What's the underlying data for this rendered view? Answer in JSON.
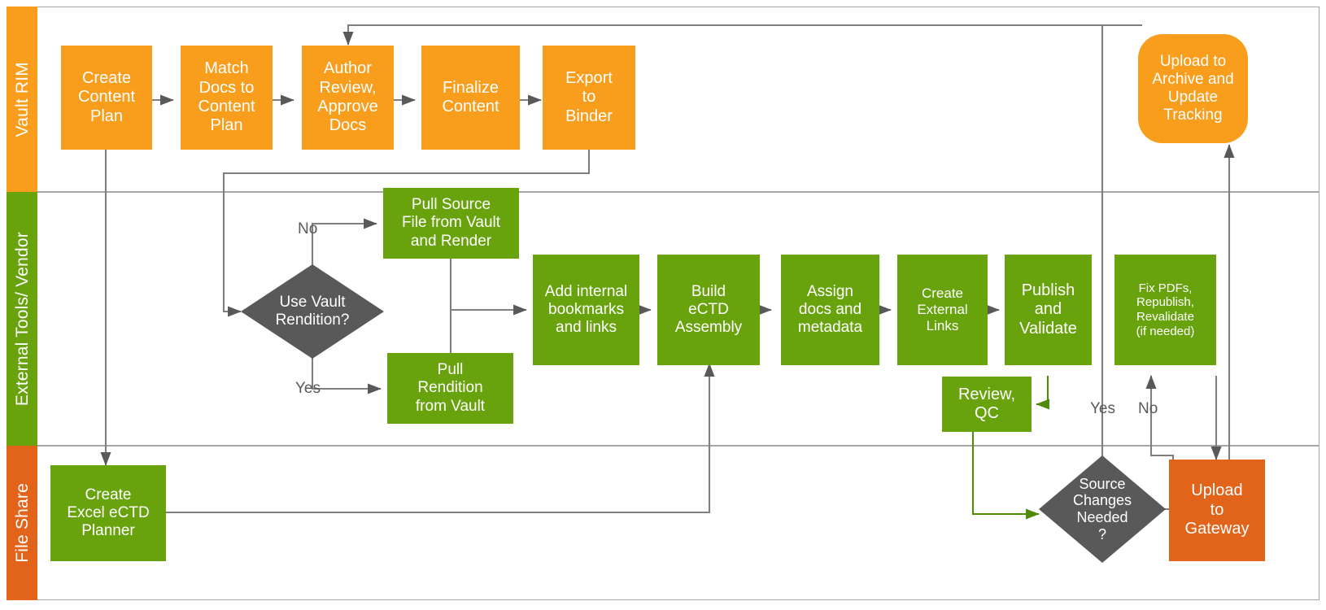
{
  "diagram": {
    "title": "eCTD Publishing Process Swimlane Flowchart",
    "colors": {
      "orange": "#F99D1C",
      "green": "#68A30E",
      "red_orange": "#E2641B",
      "gray_diamond": "#595959",
      "connector": "#7F7F7F",
      "green_connector": "#68A30E",
      "lane_border": "#A6A6A6"
    }
  },
  "lanes": [
    {
      "id": "vault-rim",
      "label": "Vault RIM",
      "color": "#F99D1C"
    },
    {
      "id": "external-tools-vendor",
      "label": "External Tools/ Vendor",
      "color": "#68A30E"
    },
    {
      "id": "file-share",
      "label": "File Share",
      "color": "#E2641B"
    }
  ],
  "nodes": [
    {
      "id": "create-content-plan",
      "lane": "vault-rim",
      "shape": "process",
      "color": "orange",
      "label": "Create\nContent\nPlan"
    },
    {
      "id": "match-docs-to-content-plan",
      "lane": "vault-rim",
      "shape": "process",
      "color": "orange",
      "label": "Match\nDocs to\nContent\nPlan"
    },
    {
      "id": "author-review-approve-docs",
      "lane": "vault-rim",
      "shape": "process",
      "color": "orange",
      "label": "Author\nReview,\nApprove\nDocs"
    },
    {
      "id": "finalize-content",
      "lane": "vault-rim",
      "shape": "process",
      "color": "orange",
      "label": "Finalize\nContent"
    },
    {
      "id": "export-to-binder",
      "lane": "vault-rim",
      "shape": "process",
      "color": "orange",
      "label": "Export\nto\nBinder"
    },
    {
      "id": "upload-to-archive-and-update-tracking",
      "lane": "vault-rim",
      "shape": "rounded",
      "color": "orange",
      "label": "Upload to\nArchive and\nUpdate\nTracking"
    },
    {
      "id": "use-vault-rendition",
      "lane": "external-tools-vendor",
      "shape": "decision",
      "color": "gray",
      "label": "Use Vault\nRendition?"
    },
    {
      "id": "pull-source-file-from-vault-and-render",
      "lane": "external-tools-vendor",
      "shape": "process",
      "color": "green",
      "label": "Pull Source\nFile from Vault\nand Render"
    },
    {
      "id": "pull-rendition-from-vault",
      "lane": "external-tools-vendor",
      "shape": "process",
      "color": "green",
      "label": "Pull\nRendition\nfrom Vault"
    },
    {
      "id": "add-internal-bookmarks-and-links",
      "lane": "external-tools-vendor",
      "shape": "process",
      "color": "green",
      "label": "Add internal\nbookmarks\nand links"
    },
    {
      "id": "build-ectd-assembly",
      "lane": "external-tools-vendor",
      "shape": "process",
      "color": "green",
      "label": "Build\neCTD\nAssembly"
    },
    {
      "id": "assign-docs-and-metadata",
      "lane": "external-tools-vendor",
      "shape": "process",
      "color": "green",
      "label": "Assign\ndocs and\nmetadata"
    },
    {
      "id": "create-external-links",
      "lane": "external-tools-vendor",
      "shape": "process",
      "color": "green",
      "label": "Create\nExternal\nLinks"
    },
    {
      "id": "publish-and-validate",
      "lane": "external-tools-vendor",
      "shape": "process",
      "color": "green",
      "label": "Publish\nand\nValidate"
    },
    {
      "id": "fix-pdfs-republish-revalidate",
      "lane": "external-tools-vendor",
      "shape": "process",
      "color": "green",
      "label": "Fix PDFs,\nRepublish,\nRevalidate\n(if needed)"
    },
    {
      "id": "review-qc",
      "lane": "external-tools-vendor",
      "shape": "process",
      "color": "green",
      "label": "Review,\nQC"
    },
    {
      "id": "create-excel-ectd-planner",
      "lane": "file-share",
      "shape": "process",
      "color": "green",
      "label": "Create\nExcel eCTD\nPlanner"
    },
    {
      "id": "source-changes-needed",
      "lane": "file-share",
      "shape": "decision",
      "color": "gray",
      "label": "Source\nChanges\nNeeded\n?"
    },
    {
      "id": "upload-to-gateway",
      "lane": "file-share",
      "shape": "process",
      "color": "redorange",
      "label": "Upload\nto\nGateway"
    }
  ],
  "edge_labels": [
    {
      "id": "rendition-no",
      "text": "No",
      "from": "use-vault-rendition",
      "to": "pull-source-file-from-vault-and-render"
    },
    {
      "id": "rendition-yes",
      "text": "Yes",
      "from": "use-vault-rendition",
      "to": "pull-rendition-from-vault"
    },
    {
      "id": "source-changes-yes",
      "text": "Yes",
      "from": "source-changes-needed",
      "to": "author-review-approve-docs"
    },
    {
      "id": "source-changes-no",
      "text": "No",
      "from": "source-changes-needed",
      "to": "fix-pdfs-republish-revalidate"
    }
  ]
}
